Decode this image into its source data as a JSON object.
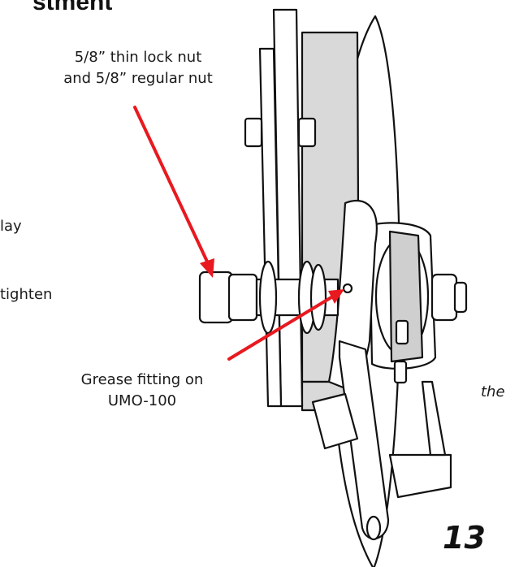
{
  "page": {
    "heading_fragment": "stment",
    "page_number": "13"
  },
  "callouts": {
    "lock_nut_line1": "5/8” thin lock nut",
    "lock_nut_line2": "and 5/8” regular nut",
    "grease_line1": "Grease fitting on",
    "grease_line2": "UMO-100"
  },
  "body_fragments": {
    "frag1": "lay",
    "frag2": "tighten",
    "frag3": "the"
  },
  "colors": {
    "arrow": "#e8191f",
    "shade": "#d9d9d9",
    "ink": "#111111"
  }
}
